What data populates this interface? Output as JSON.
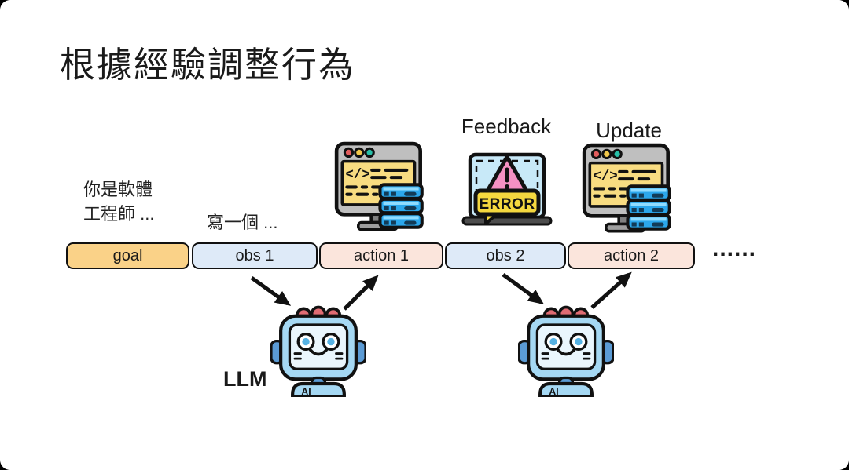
{
  "slide": {
    "title": "根據經驗調整行為",
    "ellipsis": "......"
  },
  "annotations": {
    "goal_prompt_line1": "你是軟體",
    "goal_prompt_line2": "工程師 ...",
    "obs_prompt": "寫一個 ...",
    "feedback_label": "Feedback",
    "update_label": "Update",
    "llm_label": "LLM"
  },
  "timeline": {
    "items": [
      {
        "label": "goal",
        "kind": "goal"
      },
      {
        "label": "obs 1",
        "kind": "observation"
      },
      {
        "label": "action 1",
        "kind": "action"
      },
      {
        "label": "obs 2",
        "kind": "observation"
      },
      {
        "label": "action 2",
        "kind": "action"
      }
    ]
  },
  "icons": {
    "code_window": {
      "code_glyph": "</>"
    },
    "error_laptop": {
      "error_text": "ERROR"
    },
    "robot": {
      "badge": "AI"
    }
  },
  "colors": {
    "goal_fill": "#FAD288",
    "obs_fill": "#DEEAF8",
    "action_fill": "#FBE5DC",
    "outline": "#111111",
    "screen_yellow": "#F8DC81",
    "server_blue": "#2BA7EC",
    "error_pink": "#F591C3",
    "bubble_yellow": "#F5D83F",
    "robot_blue": "#A5D8F3"
  }
}
